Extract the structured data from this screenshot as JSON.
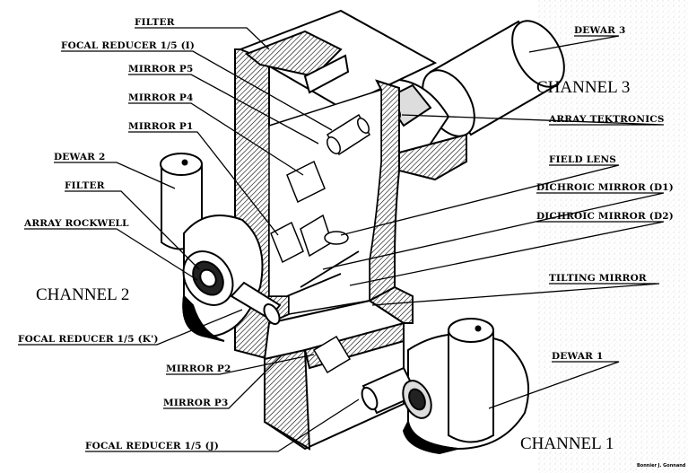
{
  "labels": {
    "filter_top": "FILTER",
    "focal_reducer_i": "FOCAL REDUCER 1/5 (I)",
    "mirror_p5": "MIRROR P5",
    "mirror_p4": "MIRROR P4",
    "mirror_p1": "MIRROR P1",
    "dewar_2": "DEWAR 2",
    "filter_left": "FILTER",
    "array_rockwell": "ARRAY ROCKWELL",
    "focal_reducer_k": "FOCAL REDUCER 1/5 (K')",
    "mirror_p2": "MIRROR P2",
    "mirror_p3": "MIRROR P3",
    "focal_reducer_j": "FOCAL REDUCER 1/5 (J)",
    "dewar_3": "DEWAR 3",
    "array_tektronics": "ARRAY TEKTRONICS",
    "field_lens": "FIELD LENS",
    "dichroic_d1": "DICHROIC MIRROR (D1)",
    "dichroic_d2": "DICHROIC MIRROR (D2)",
    "tilting_mirror": "TILTING MIRROR",
    "dewar_1": "DEWAR 1"
  },
  "channels": {
    "channel_1": "CHANNEL 1",
    "channel_2": "CHANNEL 2",
    "channel_3": "CHANNEL 3"
  },
  "credit": "Bonnier J. Gonnand"
}
